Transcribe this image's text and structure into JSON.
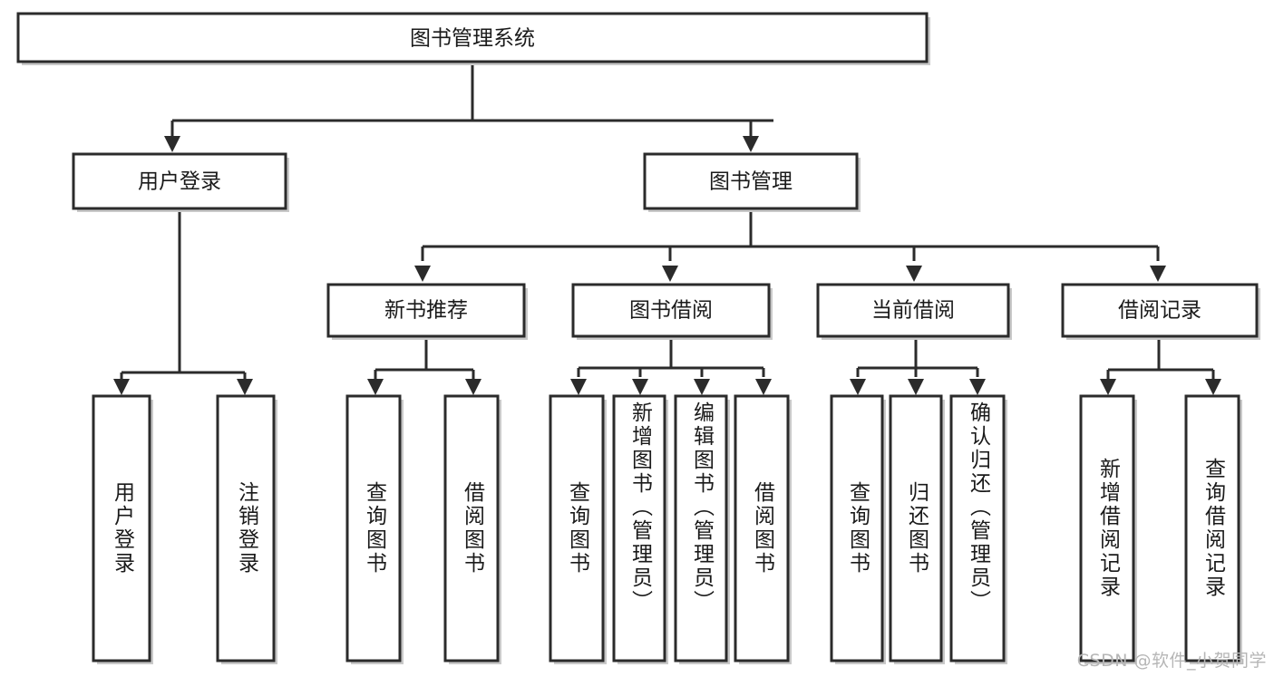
{
  "diagram": {
    "title": "图书管理系统",
    "type": "tree",
    "watermark": "CSDN @软件_小贺同学",
    "colors": {
      "stroke": "#2b2b2b",
      "fill": "#ffffff",
      "shadow": "#c9c9c9",
      "text": "#1a1a1a",
      "watermark": "#b6b6b6"
    },
    "levels": {
      "root": {
        "label": "图书管理系统"
      },
      "level2": [
        {
          "id": "user-login",
          "label": "用户登录"
        },
        {
          "id": "book-management",
          "label": "图书管理"
        }
      ],
      "level3": [
        {
          "id": "new-book-recommend",
          "label": "新书推荐",
          "parent": "book-management"
        },
        {
          "id": "book-borrow",
          "label": "图书借阅",
          "parent": "book-management"
        },
        {
          "id": "current-borrow",
          "label": "当前借阅",
          "parent": "book-management"
        },
        {
          "id": "borrow-record",
          "label": "借阅记录",
          "parent": "book-management"
        }
      ],
      "leaves": {
        "user-login": [
          {
            "id": "leaf-user-login",
            "label": "用户登录"
          },
          {
            "id": "leaf-logout",
            "label": "注销登录"
          }
        ],
        "new-book-recommend": [
          {
            "id": "leaf-query-book-1",
            "label": "查询图书"
          },
          {
            "id": "leaf-borrow-book-1",
            "label": "借阅图书"
          }
        ],
        "book-borrow": [
          {
            "id": "leaf-query-book-2",
            "label": "查询图书"
          },
          {
            "id": "leaf-add-book",
            "label": "新增图书（管理员）"
          },
          {
            "id": "leaf-edit-book",
            "label": "编辑图书（管理员）"
          },
          {
            "id": "leaf-borrow-book-2",
            "label": "借阅图书"
          }
        ],
        "current-borrow": [
          {
            "id": "leaf-query-book-3",
            "label": "查询图书"
          },
          {
            "id": "leaf-return-book",
            "label": "归还图书"
          },
          {
            "id": "leaf-confirm-return",
            "label": "确认归还（管理员）"
          }
        ],
        "borrow-record": [
          {
            "id": "leaf-add-record",
            "label": "新增借阅记录"
          },
          {
            "id": "leaf-query-record",
            "label": "查询借阅记录"
          }
        ]
      }
    }
  }
}
